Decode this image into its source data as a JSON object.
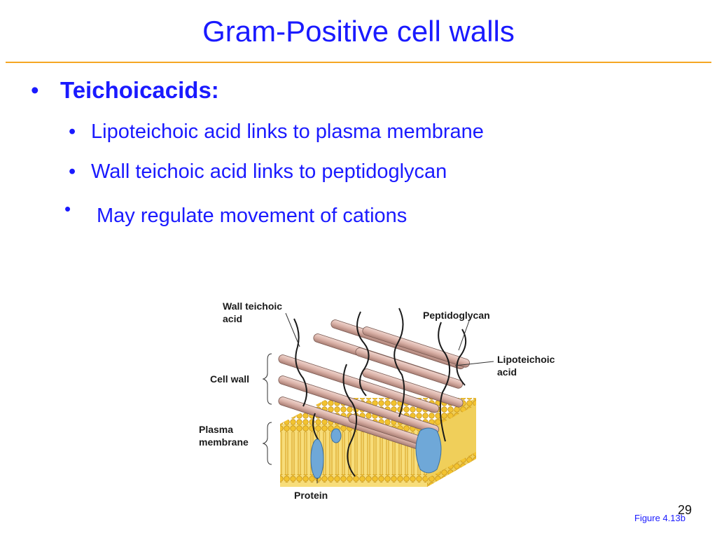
{
  "slide": {
    "title": "Gram-Positive cell walls",
    "bullets": {
      "main": "Teichoicacids:",
      "sub": [
        "Lipoteichoic acid links to plasma membrane",
        "Wall teichoic acid links to peptidoglycan",
        "May regulate movement of cations"
      ]
    },
    "figure": {
      "labels": {
        "wall_teichoic_acid": [
          "Wall teichoic",
          "acid"
        ],
        "peptidoglycan": "Peptidoglycan",
        "lipoteichoic_acid": [
          "Lipoteichoic",
          "acid"
        ],
        "cell_wall": "Cell wall",
        "plasma_membrane": [
          "Plasma",
          "membrane"
        ],
        "protein": "Protein"
      }
    },
    "page_number": "29",
    "figure_reference": "Figure 4.13b"
  },
  "colors": {
    "text_blue": "#1a1aff",
    "rule_orange": "#f5a623",
    "membrane_yellow": "#f2c330",
    "rod_pink": "#d9b0a6",
    "protein_blue": "#6fa8d8"
  },
  "bullet_glyph": "•"
}
